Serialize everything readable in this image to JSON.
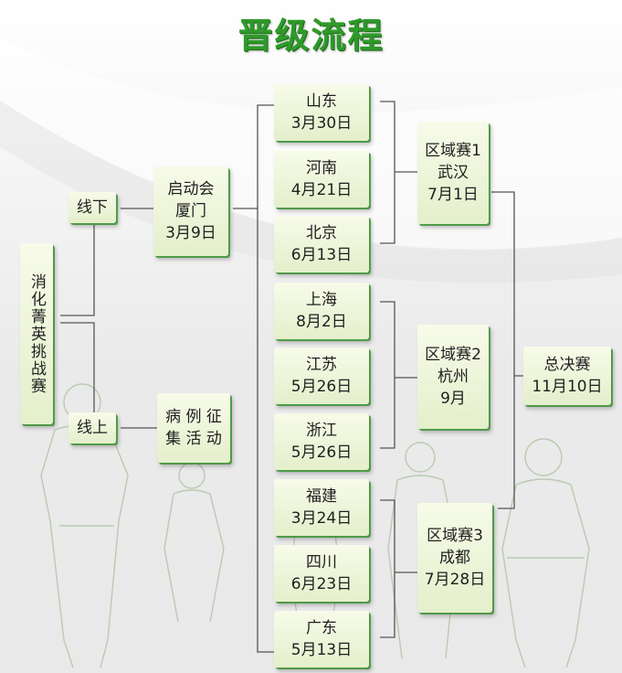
{
  "title": "晋级流程",
  "root": {
    "label": "消化菁英挑战赛"
  },
  "offline": {
    "label": "线下"
  },
  "online": {
    "label": "线上"
  },
  "kickoff": {
    "line1": "启动会",
    "line2": "厦门",
    "line3": "3月9日"
  },
  "cases": {
    "line1": "病 例 征",
    "line2": "集 活 动"
  },
  "provinces": [
    {
      "name": "山东",
      "date": "3月30日"
    },
    {
      "name": "河南",
      "date": "4月21日"
    },
    {
      "name": "北京",
      "date": "6月13日"
    },
    {
      "name": "上海",
      "date": "8月2日"
    },
    {
      "name": "江苏",
      "date": "5月26日"
    },
    {
      "name": "浙江",
      "date": "5月26日"
    },
    {
      "name": "福建",
      "date": "3月24日"
    },
    {
      "name": "四川",
      "date": "6月23日"
    },
    {
      "name": "广东",
      "date": "5月13日"
    }
  ],
  "regionals": [
    {
      "name": "区域赛1",
      "city": "武汉",
      "date": "7月1日"
    },
    {
      "name": "区域赛2",
      "city": "杭州",
      "date": "9月"
    },
    {
      "name": "区域赛3",
      "city": "成都",
      "date": "7月28日"
    }
  ],
  "final": {
    "name": "总决赛",
    "date": "11月10日"
  },
  "colors": {
    "title_green": "#2f9a2a",
    "box_fill": "#eaf2d6",
    "box_shadow": "#4f9a49",
    "line": "#555555"
  }
}
